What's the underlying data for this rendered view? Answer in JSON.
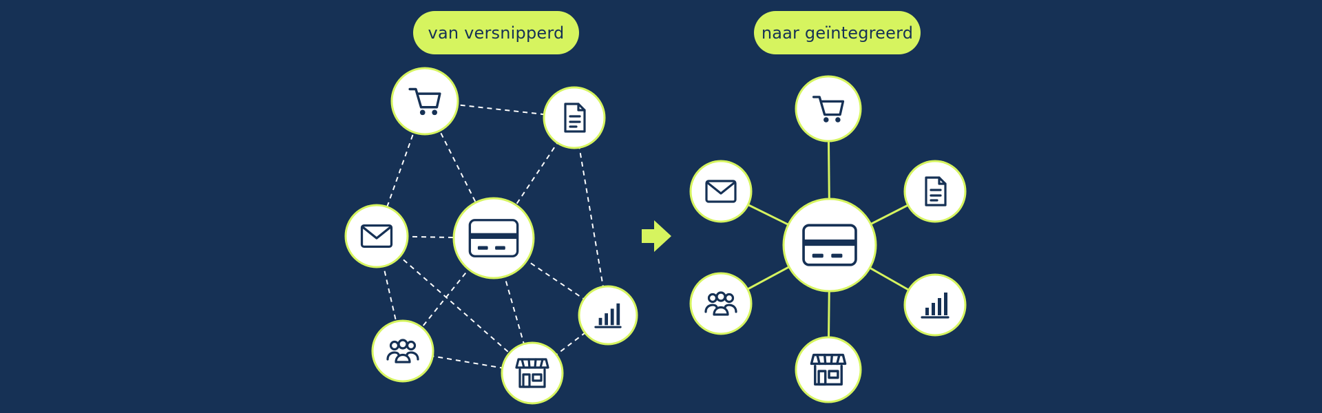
{
  "labels": {
    "before": "van versnipperd",
    "after": "naar geïntegreerd"
  },
  "colors": {
    "background": "#163155",
    "accent": "#d6f45f",
    "node_fill": "#ffffff",
    "icon": "#163155",
    "dashed_link": "#ffffff"
  },
  "icons": {
    "cart": "shopping-cart-icon",
    "document": "document-icon",
    "mail": "mail-icon",
    "card": "credit-card-icon",
    "chart": "bar-chart-icon",
    "team": "team-icon",
    "store": "store-icon"
  },
  "diagrams": {
    "before": {
      "style": "dashed, many-to-many",
      "nodes": [
        "cart",
        "document",
        "mail",
        "card",
        "chart",
        "team",
        "store"
      ],
      "links": [
        [
          "cart",
          "document"
        ],
        [
          "cart",
          "mail"
        ],
        [
          "cart",
          "card"
        ],
        [
          "document",
          "card"
        ],
        [
          "document",
          "chart"
        ],
        [
          "mail",
          "card"
        ],
        [
          "mail",
          "team"
        ],
        [
          "mail",
          "store"
        ],
        [
          "card",
          "team"
        ],
        [
          "card",
          "store"
        ],
        [
          "card",
          "chart"
        ],
        [
          "team",
          "store"
        ],
        [
          "store",
          "chart"
        ]
      ]
    },
    "after": {
      "style": "solid, hub-and-spoke",
      "hub": "card",
      "nodes": [
        "cart",
        "document",
        "chart",
        "store",
        "team",
        "mail"
      ]
    }
  },
  "transition": "arrow-right-icon"
}
